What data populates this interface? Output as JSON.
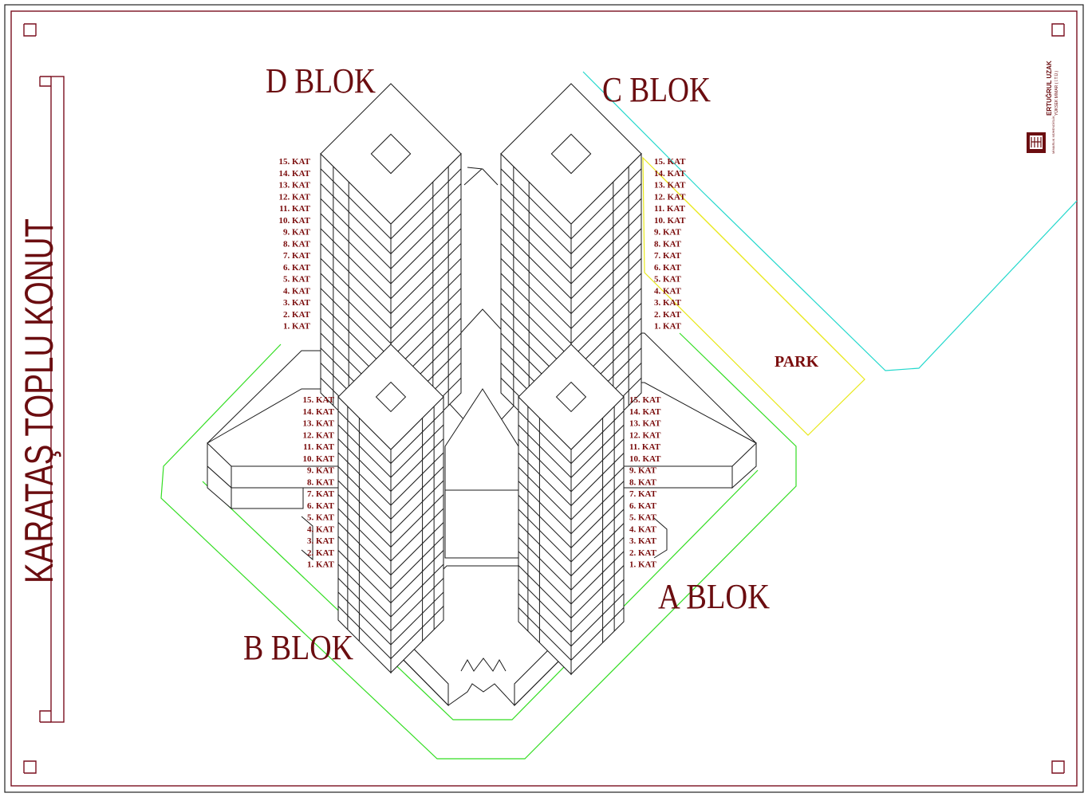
{
  "sheet": {
    "title": "KARATAŞ TOPLU KONUT",
    "author_name": "ERTUĞRUL UZAK",
    "author_title": "YÜKSEK MİMAR ( İ.T.Ü.)",
    "logo_text": "MİMARLIK MÜHENDİSLİK"
  },
  "blocks": {
    "d": "D BLOK",
    "c": "C BLOK",
    "b": "B BLOK",
    "a": "A BLOK"
  },
  "park_label": "PARK",
  "floors": [
    "15. KAT",
    "14. KAT",
    "13. KAT",
    "12. KAT",
    "11. KAT",
    "10. KAT",
    "9. KAT",
    "8. KAT",
    "7. KAT",
    "6. KAT",
    "5. KAT",
    "4. KAT",
    "3. KAT",
    "2. KAT",
    "1. KAT"
  ],
  "colors": {
    "frame": "#7a0f1e",
    "label": "#6b0d10",
    "site_boundary": "#33dd22",
    "park_boundary": "#e8e81a",
    "road": "#22d8cc",
    "lines": "#1a1a1a"
  }
}
